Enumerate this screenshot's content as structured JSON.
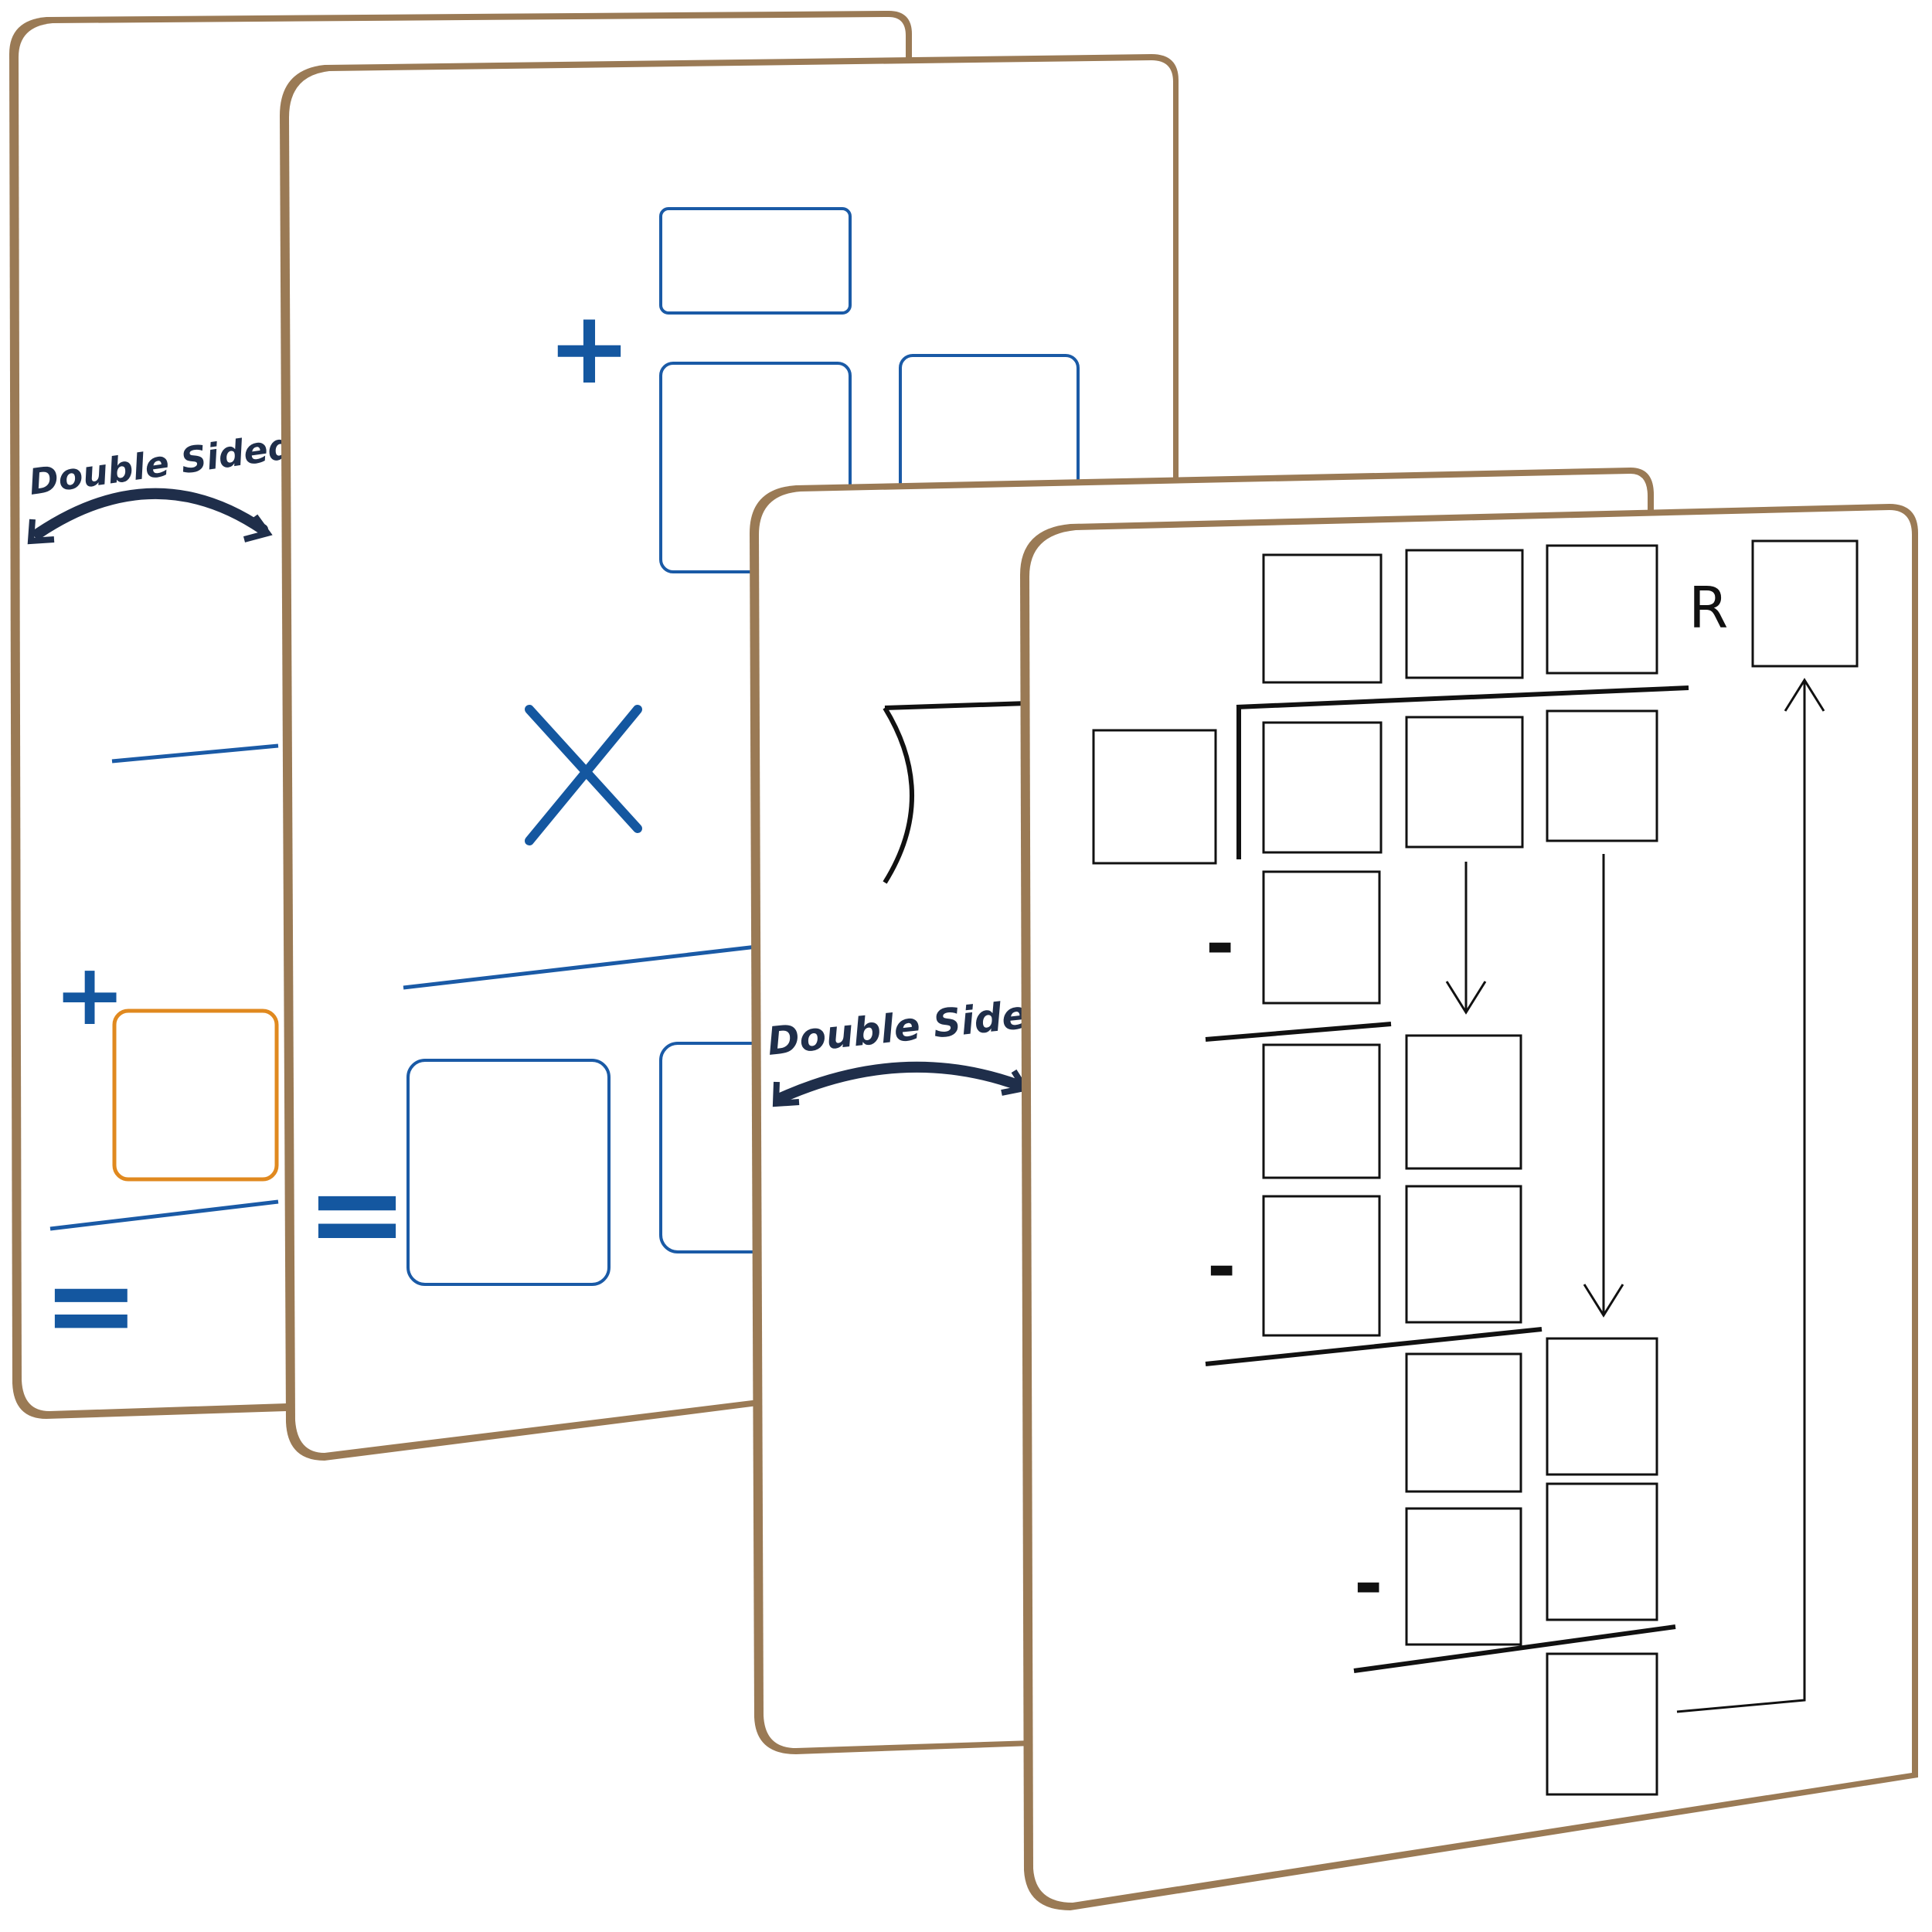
{
  "boards": {
    "addition_back": {
      "plus": "+",
      "equals": "=",
      "badge_text": "Double Sided"
    },
    "multiplication": {
      "plus": "+",
      "equals": "=",
      "times": "×"
    },
    "division": {
      "badge_text": "Double Sided",
      "remainder_label": "R",
      "minus": "-"
    }
  },
  "colors": {
    "ink_blue": "#1457a0",
    "box_blue": "#1a5aa6",
    "orange": "#e0891f",
    "edge": "#9a7a55",
    "navy_arrow": "#1f2e4a",
    "black": "#111111",
    "board_white": "#ffffff"
  },
  "icons": [
    "double-sided-arrow-icon",
    "down-arrow-icon",
    "up-arrow-icon",
    "long-division-bracket-icon"
  ]
}
